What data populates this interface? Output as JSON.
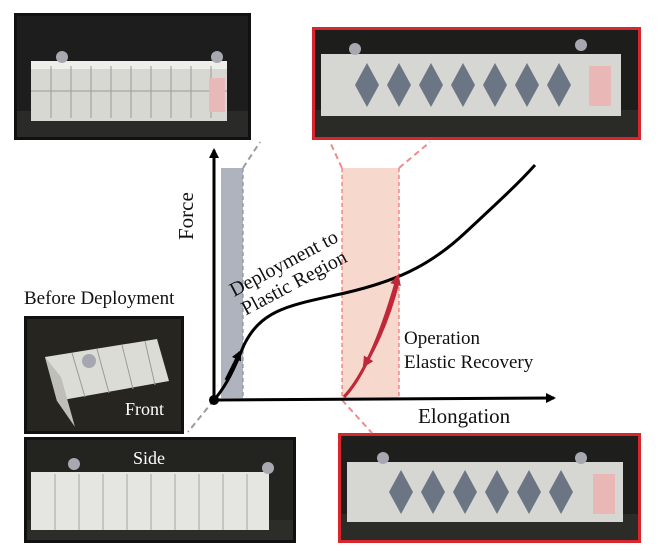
{
  "axes": {
    "y_label": "Force",
    "x_label": "Elongation"
  },
  "annotations": {
    "deployment_line1": "Deployment to",
    "deployment_line2": "Plastic Region",
    "operation_line1": "Operation",
    "operation_line2": "Elastic Recovery"
  },
  "photos": {
    "before_title": "Before Deployment",
    "front_label": "Front",
    "side_label": "Side"
  },
  "colors": {
    "plastic_band": "#aeb3bd",
    "elastic_band": "#f6d9cc",
    "elastic_arrow": "#c0283a",
    "photo_frame_red": "#d9262c",
    "photo_frame_black": "#111111"
  }
}
